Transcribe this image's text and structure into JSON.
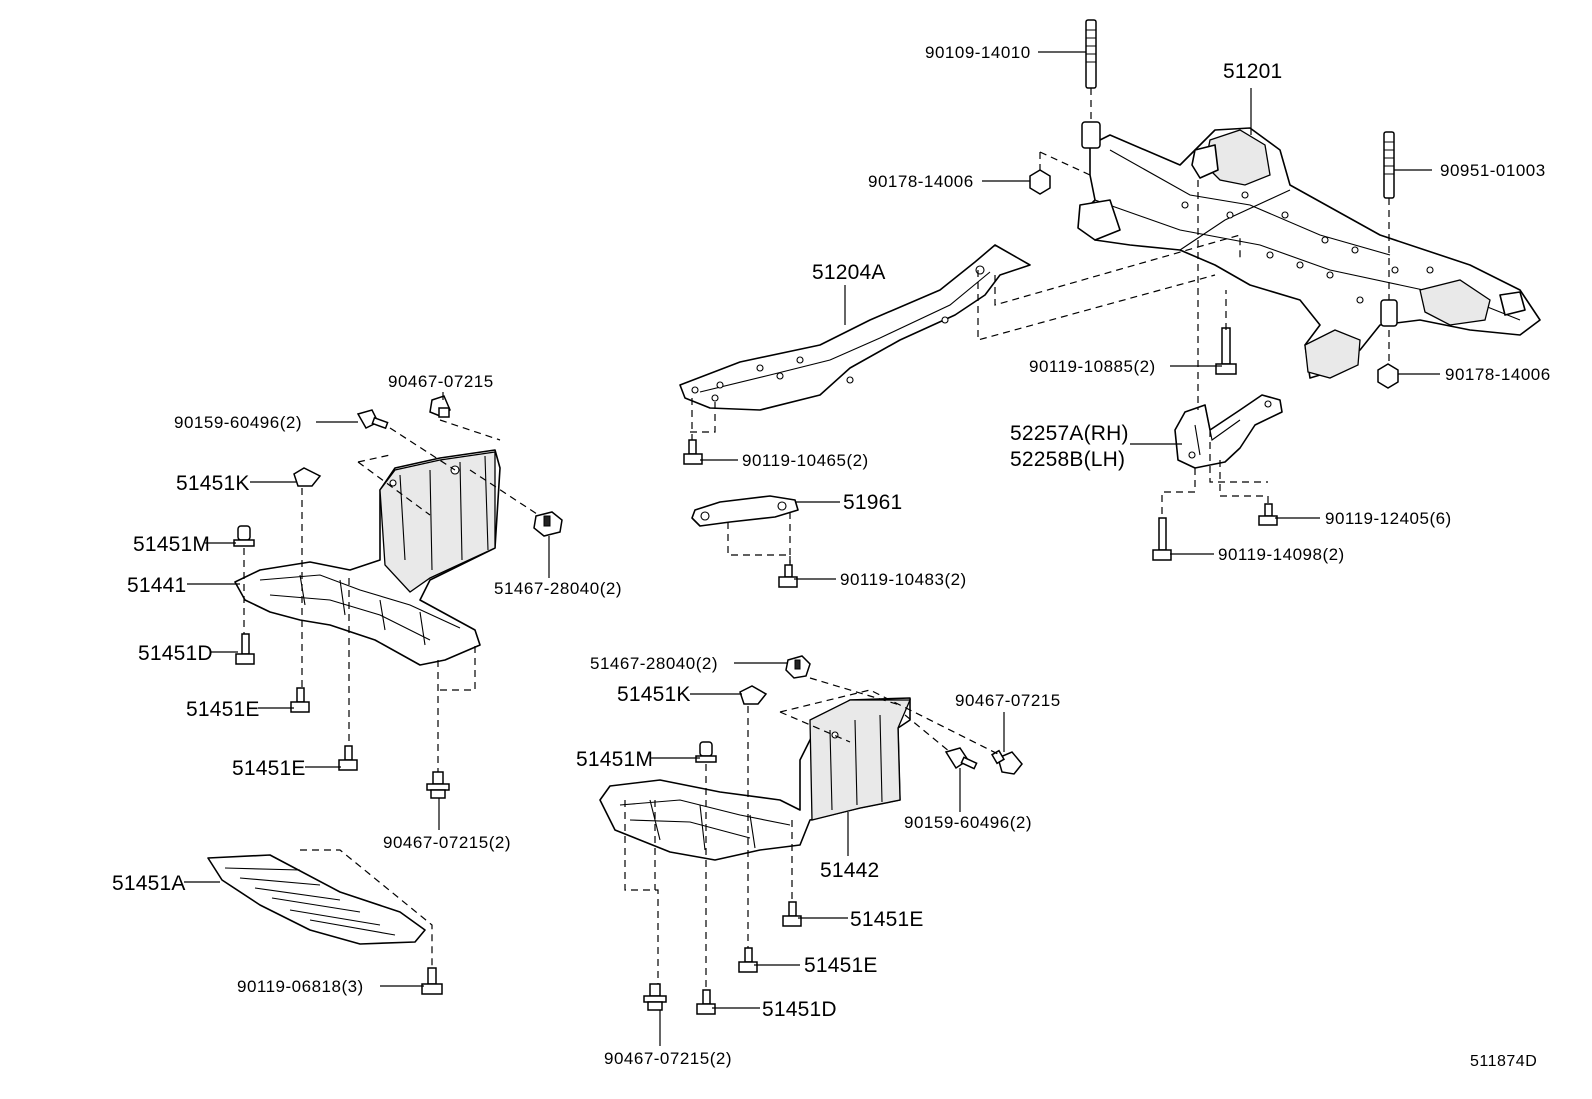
{
  "diagram": {
    "code": "511874D",
    "labels": {
      "l_90109_14010": "90109-14010",
      "l_51201": "51201",
      "l_90178_14006_a": "90178-14006",
      "l_90951_01003": "90951-01003",
      "l_51204A": "51204A",
      "l_90119_10885": "90119-10885(2)",
      "l_90178_14006_b": "90178-14006",
      "l_52257A": "52257A(RH)",
      "l_52258B": "52258B(LH)",
      "l_90119_10465": "90119-10465(2)",
      "l_51961": "51961",
      "l_90119_12405": "90119-12405(6)",
      "l_90119_14098": "90119-14098(2)",
      "l_90119_10483": "90119-10483(2)",
      "l_90467_07215_a": "90467-07215",
      "l_90159_60496_a": "90159-60496(2)",
      "l_51451K_a": "51451K",
      "l_51451M_a": "51451M",
      "l_51441": "51441",
      "l_51467_28040_a": "51467-28040(2)",
      "l_51451D_a": "51451D",
      "l_51451E_a": "51451E",
      "l_51451E_b": "51451E",
      "l_90467_07215_b": "90467-07215(2)",
      "l_51451A": "51451A",
      "l_90119_06818": "90119-06818(3)",
      "l_51467_28040_b": "51467-28040(2)",
      "l_51451K_b": "51451K",
      "l_90467_07215_c": "90467-07215",
      "l_51451M_b": "51451M",
      "l_90159_60496_b": "90159-60496(2)",
      "l_51442": "51442",
      "l_51451E_c": "51451E",
      "l_51451E_d": "51451E",
      "l_51451D_b": "51451D",
      "l_90467_07215_d": "90467-07215(2)"
    }
  }
}
